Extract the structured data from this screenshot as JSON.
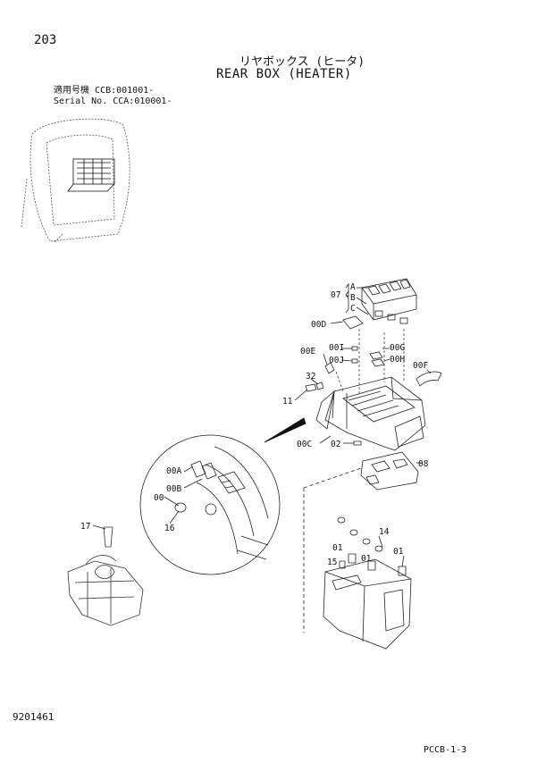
{
  "header": {
    "page_number": "203",
    "title_jp": "リヤボックス (ヒータ)",
    "title_en": "REAR BOX (HEATER)",
    "serial_line1_label": "適用号機",
    "serial_line1_value": "CCB:001001-",
    "serial_line2_label": "Serial No.",
    "serial_line2_value": "CCA:010001-"
  },
  "callouts": {
    "c07": "07",
    "cA": "A",
    "cB": "B",
    "cC": "C",
    "c00D": "00D",
    "c00E": "00E",
    "c00I": "00I",
    "c00J": "00J",
    "c00G": "00G",
    "c00H": "00H",
    "c00F": "00F",
    "c32": "32",
    "c11": "11",
    "c00C": "00C",
    "c02": "02",
    "c08": "08",
    "c00A": "00A",
    "c00B": "00B",
    "c00": "00",
    "c16": "16",
    "c17": "17",
    "c14": "14",
    "c01a": "01",
    "c01b": "01",
    "c01c": "01",
    "c15": "15"
  },
  "footer": {
    "drawing_number": "9201461",
    "page_code": "PCCB-1-3"
  }
}
